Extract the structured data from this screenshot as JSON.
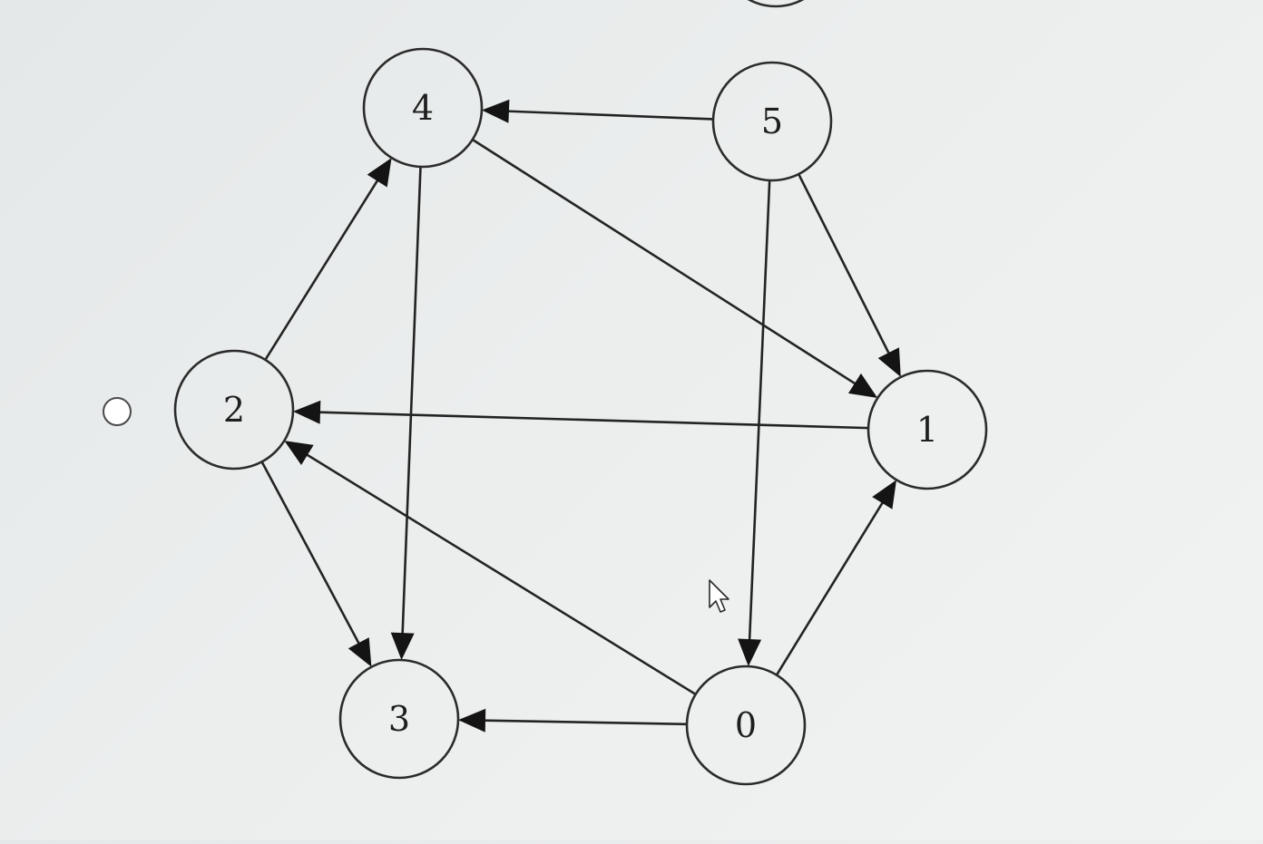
{
  "graph": {
    "nodes": [
      {
        "id": "0",
        "label": "0"
      },
      {
        "id": "1",
        "label": "1"
      },
      {
        "id": "2",
        "label": "2"
      },
      {
        "id": "3",
        "label": "3"
      },
      {
        "id": "4",
        "label": "4"
      },
      {
        "id": "5",
        "label": "5"
      }
    ],
    "edges": [
      {
        "from": "5",
        "to": "4"
      },
      {
        "from": "5",
        "to": "1"
      },
      {
        "from": "5",
        "to": "0"
      },
      {
        "from": "4",
        "to": "1"
      },
      {
        "from": "4",
        "to": "3"
      },
      {
        "from": "2",
        "to": "4"
      },
      {
        "from": "2",
        "to": "3"
      },
      {
        "from": "1",
        "to": "2"
      },
      {
        "from": "0",
        "to": "2"
      },
      {
        "from": "0",
        "to": "3"
      },
      {
        "from": "0",
        "to": "1"
      }
    ]
  },
  "controls": {
    "radio_option_selected": false
  }
}
